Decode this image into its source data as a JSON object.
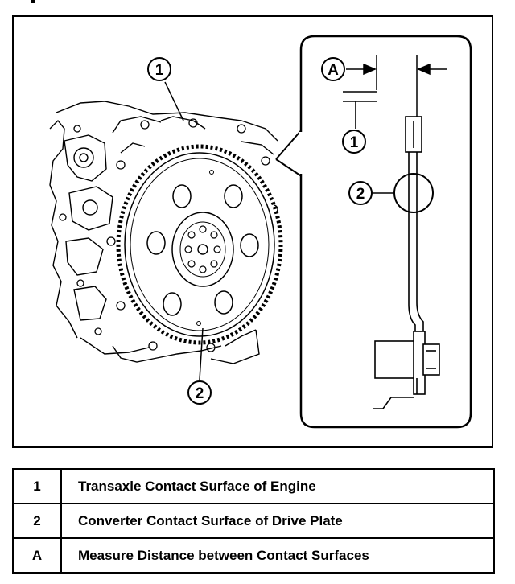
{
  "callouts": {
    "one": "1",
    "two": "2",
    "a": "A"
  },
  "legend": [
    {
      "key": "1",
      "description": "Transaxle Contact Surface of Engine"
    },
    {
      "key": "2",
      "description": "Converter Contact Surface of Drive Plate"
    },
    {
      "key": "A",
      "description": "Measure Distance between Contact Surfaces"
    }
  ],
  "colors": {
    "ink": "#000000",
    "paper": "#ffffff"
  }
}
